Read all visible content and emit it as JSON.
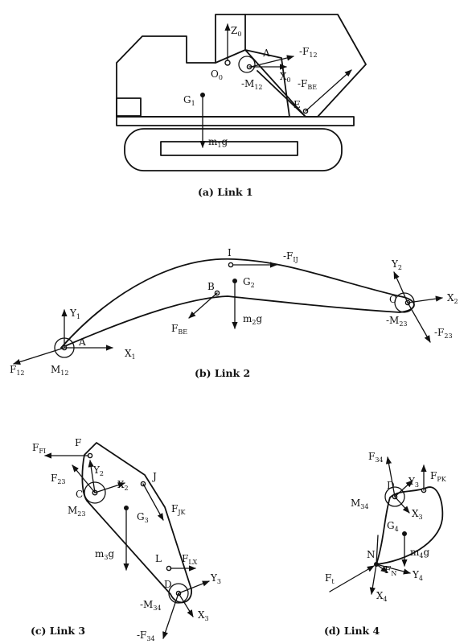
{
  "link1": {
    "caption": "(a)  Link  1",
    "labels": {
      "Z0": "Z",
      "Z0sub": "0",
      "O0": "O",
      "O0sub": "0",
      "A": "A",
      "X0": "X",
      "X0sub": "0",
      "F12": "-F",
      "F12sub": "12",
      "M12": "-M",
      "M12sub": "12",
      "FBE": "-F",
      "FBEsub": "BE",
      "E": "E",
      "G1": "G",
      "G1sub": "1",
      "m1g": "m",
      "m1gsub": "1",
      "m1gtail": "g"
    }
  },
  "link2": {
    "caption": "(b)  Link  2",
    "labels": {
      "I": "I",
      "FIJ": "-F",
      "FIJsub": "IJ",
      "B": "B",
      "G2": "G",
      "G2sub": "2",
      "m2g": "m",
      "m2gsub": "2",
      "m2gtail": "g",
      "FBE": "F",
      "FBEsub": "BE",
      "Y1": "Y",
      "Y1sub": "1",
      "A": "A",
      "X1": "X",
      "X1sub": "1",
      "F12": "F",
      "F12sub": "12",
      "M12": "M",
      "M12sub": "12",
      "Y2": "Y",
      "Y2sub": "2",
      "C": "C",
      "X2": "X",
      "X2sub": "2",
      "M23": "-M",
      "M23sub": "23",
      "F23": "-F",
      "F23sub": "23"
    }
  },
  "link3": {
    "caption": "(c)  Link  3",
    "labels": {
      "FFI": "F",
      "FFIsub": "FI",
      "F": "F",
      "F23": "F",
      "F23sub": "23",
      "Y2": "Y",
      "Y2sub": "2",
      "J": "J",
      "C": "C",
      "X2": "X",
      "X2sub": "2",
      "M23": "M",
      "M23sub": "23",
      "G3": "G",
      "G3sub": "3",
      "FJK": "F",
      "FJKsub": "JK",
      "m3g": "m",
      "m3gsub": "3",
      "m3gtail": "g",
      "L": "L",
      "FLX": "F",
      "FLXsub": "LX",
      "D": "D",
      "Y3": "Y",
      "Y3sub": "3",
      "M34": "-M",
      "M34sub": "34",
      "X3": "X",
      "X3sub": "3",
      "F34": "-F",
      "F34sub": "34"
    }
  },
  "link4": {
    "caption": "(d)  Link  4",
    "labels": {
      "F34": "F",
      "F34sub": "34",
      "D": "D",
      "Y3": "Y",
      "Y3sub": "3",
      "FPK": "F",
      "FPKsub": "PK",
      "M34": "M",
      "M34sub": "34",
      "X3": "X",
      "X3sub": "3",
      "G4": "G",
      "G4sub": "4",
      "m4g": "m",
      "m4gsub": "4",
      "m4gtail": "g",
      "N": "N",
      "FN": "F",
      "FNsub": "N",
      "Y4": "Y",
      "Y4sub": "4",
      "Ft": "F",
      "Ftsub": "t",
      "X4": "X",
      "X4sub": "4"
    }
  }
}
